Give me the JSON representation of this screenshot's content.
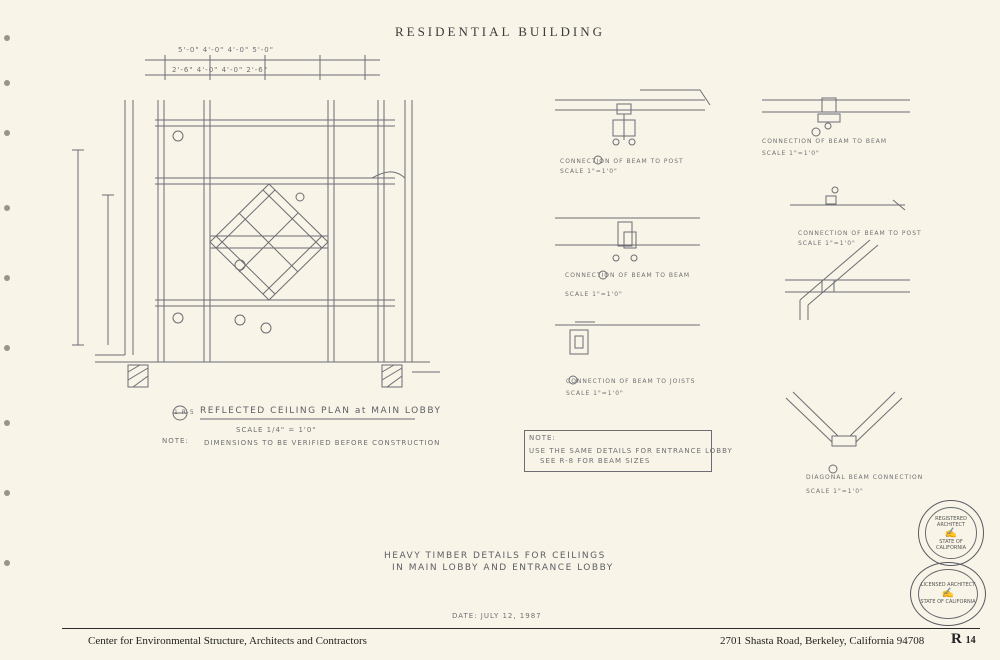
{
  "sheet": {
    "title": "RESIDENTIAL BUILDING",
    "plan_title": "REFLECTED CEILING PLAN at MAIN LOBBY",
    "plan_detail_ref": "1 R-5",
    "plan_scale": "SCALE 1/4\" = 1'0\"",
    "plan_note_label": "NOTE:",
    "plan_note_text": "DIMENSIONS TO BE VERIFIED BEFORE CONSTRUCTION",
    "note_box_label": "NOTE:",
    "note_box_text_1": "USE THE SAME DETAILS FOR ENTRANCE LOBBY",
    "note_box_text_2": "SEE R-8 FOR BEAM SIZES",
    "center_caption_1": "HEAVY TIMBER DETAILS FOR CEILINGS",
    "center_caption_2": "IN MAIN LOBBY AND ENTRANCE LOBBY",
    "date": "DATE: JULY 12, 1987",
    "footer_left": "Center for Environmental Structure, Architects and Contractors",
    "footer_right": "2701 Shasta Road, Berkeley, California 94708",
    "sheet_letter": "R",
    "sheet_number": "14"
  },
  "details": [
    {
      "caption": "CONNECTION OF BEAM TO POST",
      "scale": "SCALE 1\"=1'0\""
    },
    {
      "caption": "CONNECTION OF BEAM TO BEAM",
      "scale": "SCALE 1\"=1'0\""
    },
    {
      "caption": "CONNECTION OF BEAM TO JOISTS",
      "scale": "SCALE 1\"=1'0\""
    },
    {
      "caption": "CONNECTION OF BEAM TO BEAM",
      "scale": "SCALE 1\"=1'0\""
    },
    {
      "caption": "CONNECTION OF BEAM TO POST",
      "scale": "SCALE 1\"=1'0\""
    },
    {
      "caption": "DIAGONAL BEAM CONNECTION",
      "scale": "SCALE 1\"=1'0\""
    }
  ],
  "stamps": [
    {
      "text_1": "REGISTERED ARCHITECT",
      "text_2": "STATE OF CALIFORNIA"
    },
    {
      "text_1": "LICENSED ARCHITECT",
      "text_2": "STATE OF CALIFORNIA"
    }
  ],
  "colors": {
    "paper": "#f8f4e7",
    "ink": "#6f6f74",
    "footer_ink": "#222222"
  }
}
